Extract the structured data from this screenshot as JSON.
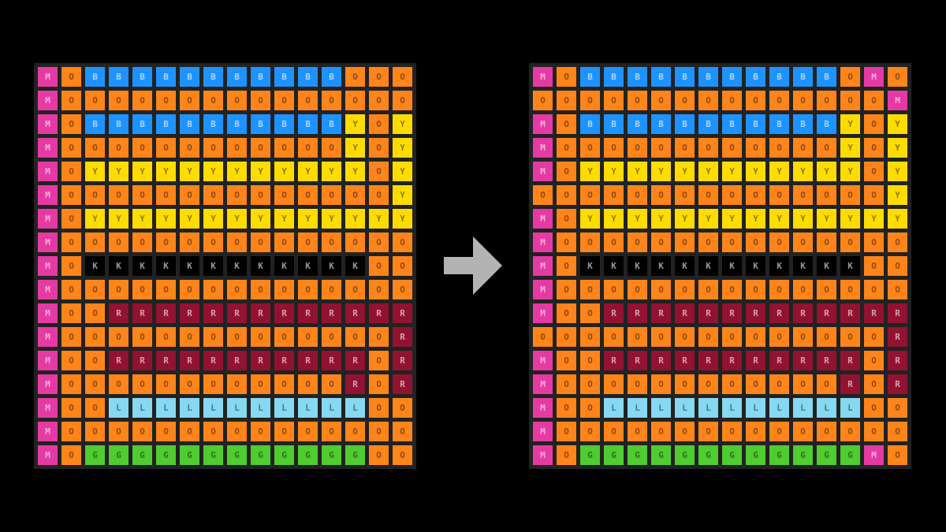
{
  "palette": {
    "M": "#E53AA3",
    "O": "#FF851B",
    "B": "#1E93FF",
    "Y": "#FFDC00",
    "K": "#000000",
    "R": "#921231",
    "L": "#87D8F1",
    "G": "#4FCC30"
  },
  "input_grid": [
    "MOBBBBBBBBBBBOOO",
    "MOOOOOOOOOOOOOOO",
    "MOBBBBBBBBBBBYOY",
    "MOOOOOOOOOOOOYOY",
    "MOYYYYYYYYYYYYOY",
    "MOOOOOOOOOOOOOOY",
    "MOYYYYYYYYYYYYYY",
    "MOOOOOOOOOOOOOOO",
    "MOKKKKKKKKKKKKOO",
    "MOOOOOOOOOOOOOOO",
    "MOORRRRRRRRRRRRR",
    "MOOOOOOOOOOOOOOR",
    "MOORRRRRRRRRRROR",
    "MOOOOOOOOOOOOROR",
    "MOOLLLLLLLLLLLOO",
    "MOOOOOOOOOOOOOOO",
    "MOGGGGGGGGGGGGOO"
  ],
  "output_grid": [
    "MOBBBBBBBBBBBOMO",
    "OOOOOOOOOOOOOOOM",
    "MOBBBBBBBBBBBYOY",
    "MOOOOOOOOOOOOYOY",
    "MOYYYYYYYYYYYYOY",
    "OOOOOOOOOOOOOOOY",
    "MOYYYYYYYYYYYYYY",
    "MOOOOOOOOOOOOOOO",
    "MOKKKKKKKKKKKKOO",
    "MOOOOOOOOOOOOOOO",
    "MOORRRRRRRRRRRRR",
    "OOOOOOOOOOOOOOOR",
    "MOORRRRRRRRRRROR",
    "MOOOOOOOOOOOOROR",
    "MOOLLLLLLLLLLLOO",
    "MOOOOOOOOOOOOOOO",
    "MOGGGGGGGGGGGGMO"
  ],
  "arrow_color": "#B3B3B3"
}
